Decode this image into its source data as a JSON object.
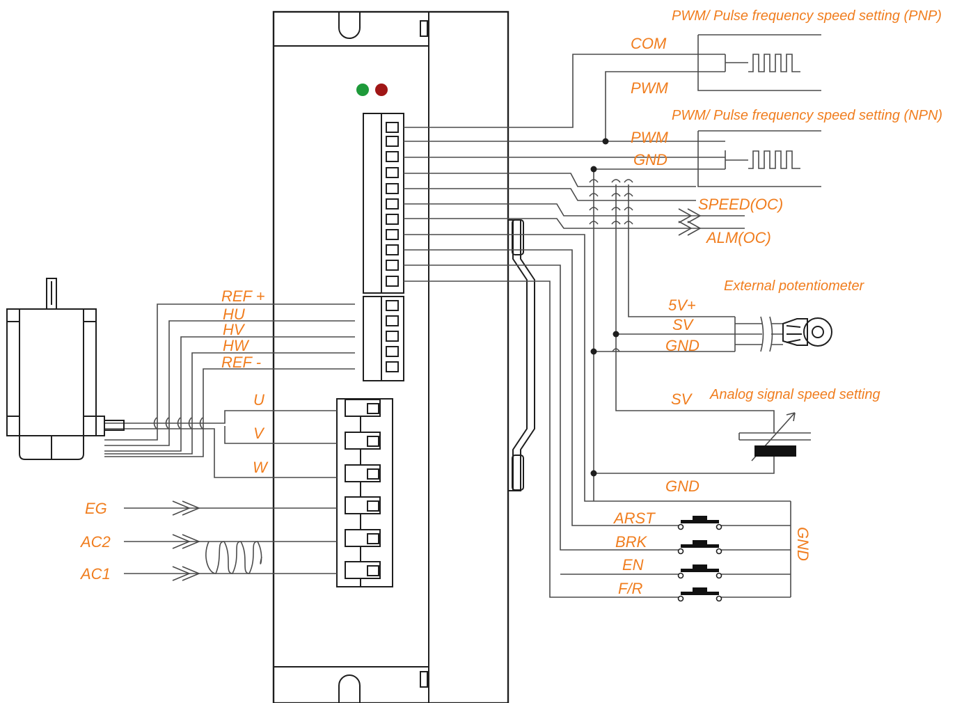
{
  "colors": {
    "label": "#f07d1e",
    "wire": "#4a4a4a",
    "outline": "#1e1e1e",
    "led_power": "#1e9a3a",
    "led_alarm": "#a01616"
  },
  "sections": {
    "pnp": "PWM/ Pulse frequency speed setting (PNP)",
    "npn": "PWM/ Pulse frequency speed setting (NPN)",
    "pot": "External potentiometer",
    "analog": "Analog signal speed setting"
  },
  "labels": {
    "com": "COM",
    "pwm1": "PWM",
    "pwm2": "PWM",
    "gnd_npn": "GND",
    "speed": "SPEED(OC)",
    "alm": "ALM(OC)",
    "v5": "5V+",
    "sv_pot": "SV",
    "gnd_pot": "GND",
    "sv_analog": "SV",
    "gnd_analog": "GND",
    "arst": "ARST",
    "brk": "BRK",
    "en": "EN",
    "fr": "F/R",
    "gnd_switch": "GND"
  },
  "motor_labels": {
    "ref_plus": "REF +",
    "hu": "HU",
    "hv": "HV",
    "hw": "HW",
    "ref_minus": "REF -",
    "u": "U",
    "v": "V",
    "w": "W"
  },
  "power_labels": {
    "eg": "EG",
    "ac2": "AC2",
    "ac1": "AC1"
  }
}
